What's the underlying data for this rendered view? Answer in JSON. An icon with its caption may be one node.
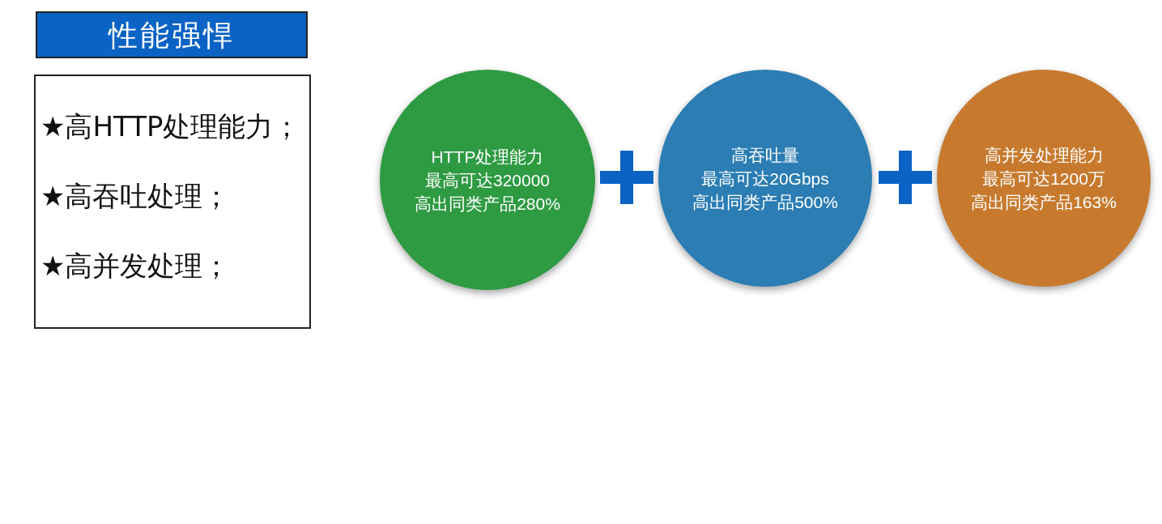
{
  "diagram": {
    "nodes": [
      {
        "text": [
          "性能强悍"
        ]
      },
      {
        "text": [
          "★高HTTP处理能力；",
          "★高吞吐处理；",
          "★高并发处理；"
        ]
      },
      {
        "text": [
          "HTTP处理能力",
          "最高可达320000",
          "高出同类产品280%"
        ]
      },
      {
        "text": [
          "高吞吐量",
          "最高可达20Gbps",
          "高出同类产品500%"
        ]
      },
      {
        "text": [
          "高并发处理能力",
          "最高可达1200万",
          "高出同类产品163%"
        ]
      }
    ],
    "edges": []
  }
}
